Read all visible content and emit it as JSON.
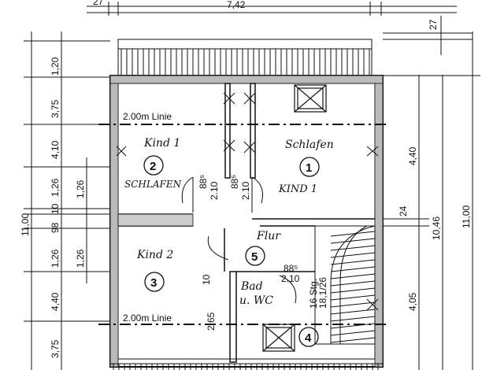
{
  "dimensions": {
    "top_total": "7,42",
    "top_left": "27",
    "top_right": "27",
    "left_outer_total": "11,00",
    "left_segments": [
      "1,20",
      "3,75",
      "4,10",
      "1,26",
      "10",
      "98",
      "1,26",
      "4,40",
      "3,75"
    ],
    "left_inner": [
      "1,26",
      "1,26"
    ],
    "right_segments": [
      "4,40",
      "24",
      "4,05"
    ],
    "right_totals": [
      "10,46",
      "11,00"
    ],
    "door_labels": {
      "d1_top": "88⁵",
      "d1_bottom": "2.10",
      "d2_top": "88⁵",
      "d2_bottom": "2.10",
      "d3_top": "88⁵",
      "d3_bottom": "2.10",
      "bath_width": "10",
      "bath_height": "2,65"
    }
  },
  "lines": {
    "upper": "2.00m Linie",
    "lower": "2.00m Linie"
  },
  "rooms": [
    {
      "number": "1",
      "name": "Schlafen",
      "subtitle": "KIND 1"
    },
    {
      "number": "2",
      "name": "Kind 1",
      "subtitle": "SCHLAFEN"
    },
    {
      "number": "3",
      "name": "Kind 2"
    },
    {
      "number": "4",
      "name": ""
    },
    {
      "number": "5",
      "name": "Flur"
    }
  ],
  "bath": {
    "line1": "Bad",
    "line2": "u. WC"
  },
  "stairs": {
    "line1": "16 Stg.",
    "line2": "18,1/26"
  }
}
